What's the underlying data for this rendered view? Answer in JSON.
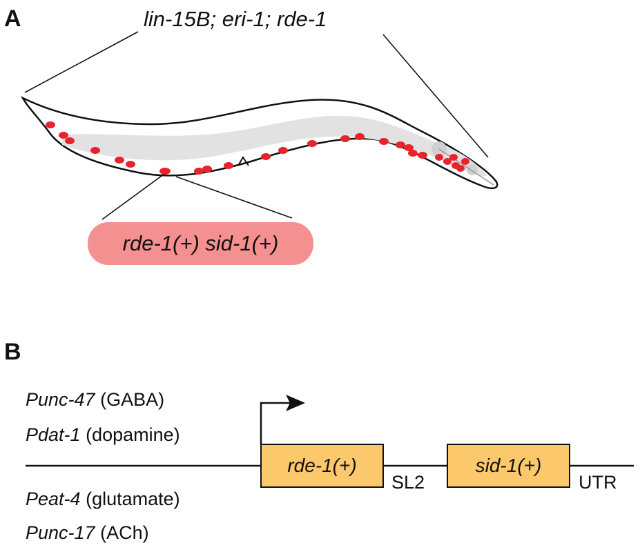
{
  "panel_a": {
    "letter": "A",
    "genotype": "lin-15B; eri-1; rde-1",
    "transgene": "rde-1(+) sid-1(+)"
  },
  "panel_b": {
    "letter": "B",
    "promoters_above": [
      {
        "name": "Punc-47",
        "type": "(GABA)"
      },
      {
        "name": "Pdat-1",
        "type": "(dopamine)"
      }
    ],
    "promoters_below": [
      {
        "name": "Peat-4",
        "type": "(glutamate)"
      },
      {
        "name": "Punc-17",
        "type": "(ACh)"
      }
    ],
    "genes": [
      "rde-1(+)",
      "sid-1(+)"
    ],
    "sl2": "SL2",
    "utr": "UTR"
  },
  "colors": {
    "neuron_red": "#e8232b",
    "pill_pink": "#f4908f",
    "gene_orange": "#fcc86c",
    "gut_gray": "#e2e2e2"
  }
}
